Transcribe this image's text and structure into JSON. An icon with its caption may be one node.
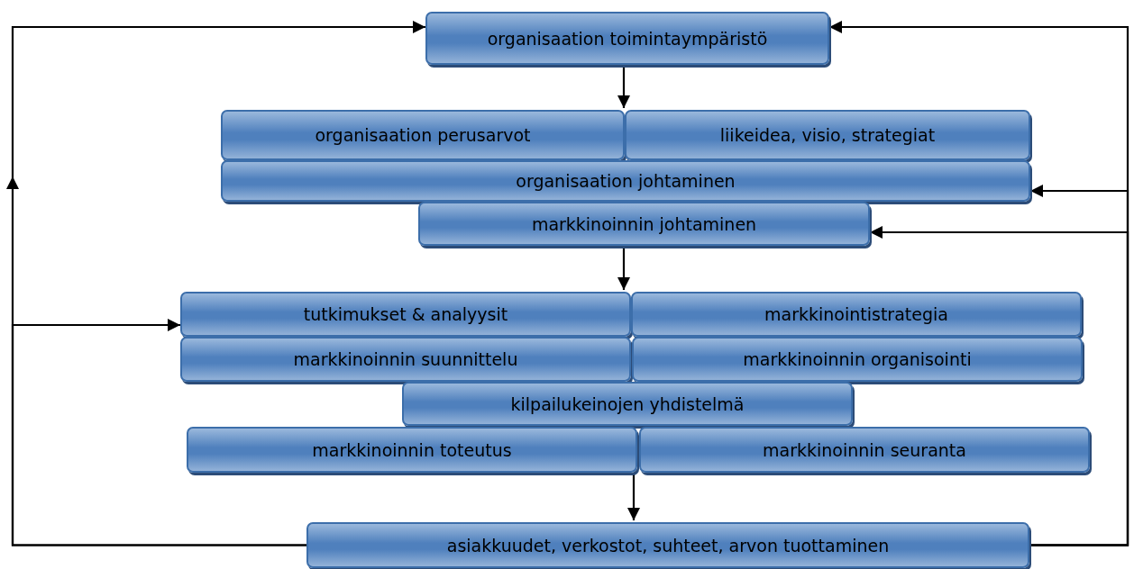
{
  "diagram": {
    "nodes": [
      {
        "text": [
          "organisaation toimintaympäristö"
        ]
      },
      {
        "text": [
          "organisaation perusarvot"
        ]
      },
      {
        "text": [
          "liikeidea, visio, strategiat"
        ]
      },
      {
        "text": [
          "organisaation johtaminen"
        ]
      },
      {
        "text": [
          "markkinoinnin johtaminen"
        ]
      },
      {
        "text": [
          "tutkimukset & analyysit"
        ]
      },
      {
        "text": [
          "markkinointistrategia"
        ]
      },
      {
        "text": [
          "markkinoinnin suunnittelu"
        ]
      },
      {
        "text": [
          "markkinoinnin organisointi"
        ]
      },
      {
        "text": [
          "kilpailukeinojen yhdistelmä"
        ]
      },
      {
        "text": [
          "markkinoinnin toteutus"
        ]
      },
      {
        "text": [
          "markkinoinnin seuranta"
        ]
      },
      {
        "text": [
          "asiakkuudet, verkostot, suhteet, arvon tuottaminen"
        ]
      }
    ],
    "edges": [
      {
        "from": 0,
        "to": 1,
        "arrow": "to"
      },
      {
        "from": 4,
        "to": 5,
        "arrow": "to"
      },
      {
        "from": 10,
        "to": 12,
        "arrow": "to"
      },
      {
        "from": 12,
        "to": 0,
        "arrow": "to"
      },
      {
        "from": 12,
        "to": 5,
        "arrow": "to"
      },
      {
        "from": 12,
        "to": 0,
        "arrow": "to"
      },
      {
        "from": 12,
        "to": 3,
        "arrow": "to"
      },
      {
        "from": 12,
        "to": 4,
        "arrow": "to"
      }
    ]
  }
}
